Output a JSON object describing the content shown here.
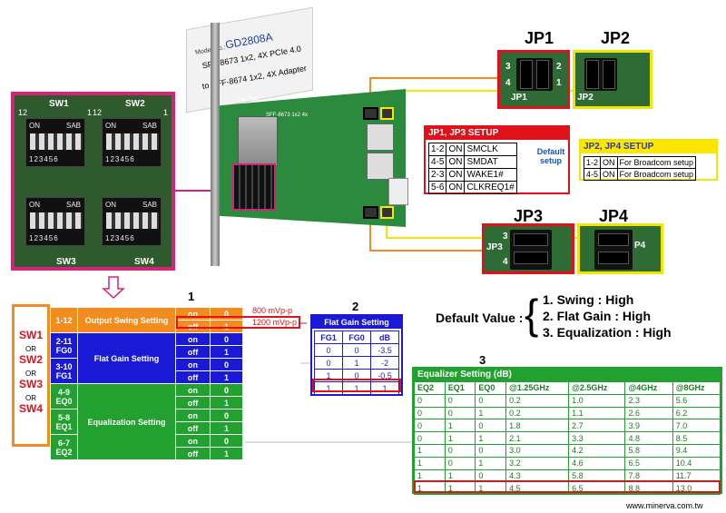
{
  "tag": {
    "model_label": "Model No.:",
    "model": "GD2808A",
    "line2": "SFF-8673 1x2, 4X PCIe 4.0",
    "line3": "to SFF-8674 1x2, 4X Adapter"
  },
  "board": {
    "top_side": "Top Side",
    "part_no": "SFF-8673 1x2 4x"
  },
  "sw_photo": {
    "labels": [
      "SW1",
      "SW2",
      "SW3",
      "SW4"
    ],
    "on": "ON",
    "sab": "SAB",
    "nums": "123456",
    "pin12": "12",
    "pin1": "1"
  },
  "jumpers": {
    "jp1": "JP1",
    "jp2": "JP2",
    "jp3": "JP3",
    "jp4": "JP4",
    "pin_labels": [
      "3",
      "2",
      "4",
      "1"
    ],
    "jp1_sub": "JP1",
    "jp2_sub": "JP2",
    "jp3_sub": "JP3",
    "jp4_sub": "P4"
  },
  "jp13_setup": {
    "title": "JP1, JP3 SETUP",
    "rows": [
      [
        "1-2",
        "ON",
        "SMCLK"
      ],
      [
        "4-5",
        "ON",
        "SMDAT"
      ],
      [
        "2-3",
        "ON",
        "WAKE1#"
      ],
      [
        "5-6",
        "ON",
        "CLKREQ1#"
      ]
    ],
    "default_note": "Default setup"
  },
  "jp24_setup": {
    "title": "JP2, JP4 SETUP",
    "rows": [
      [
        "1-2",
        "ON",
        "For Broadcom setup"
      ],
      [
        "4-5",
        "ON",
        "For Broadcom setup"
      ]
    ]
  },
  "sw_table": {
    "names": [
      "SW1",
      "SW2",
      "SW3",
      "SW4"
    ],
    "or": "OR",
    "number": "1",
    "rows": [
      {
        "pins": "1-12",
        "group": "Output Swing Setting",
        "state": "on",
        "val": "0",
        "note": "800 mVp-p"
      },
      {
        "pins": "",
        "group": "",
        "state": "off",
        "val": "1",
        "note": "1200 mVp-p"
      },
      {
        "pins": "2-11",
        "pin_name": "FG0",
        "group": "Flat Gain Setting",
        "state": "on",
        "val": "0"
      },
      {
        "pins": "",
        "group": "",
        "state": "off",
        "val": "1"
      },
      {
        "pins": "3-10",
        "pin_name": "FG1",
        "state": "on",
        "val": "0"
      },
      {
        "pins": "",
        "state": "off",
        "val": "1"
      },
      {
        "pins": "4-9",
        "pin_name": "EQ0",
        "group": "Equalization Setting",
        "state": "on",
        "val": "0"
      },
      {
        "pins": "",
        "state": "off",
        "val": "1"
      },
      {
        "pins": "5-8",
        "pin_name": "EQ1",
        "state": "on",
        "val": "0"
      },
      {
        "pins": "",
        "state": "off",
        "val": "1"
      },
      {
        "pins": "6-7",
        "pin_name": "EQ2",
        "state": "on",
        "val": "0"
      },
      {
        "pins": "",
        "state": "off",
        "val": "1"
      }
    ]
  },
  "flat_gain": {
    "number": "2",
    "title": "Flat Gain Setting",
    "headers": [
      "FG1",
      "FG0",
      "dB"
    ],
    "rows": [
      [
        "0",
        "0",
        "-3.5"
      ],
      [
        "0",
        "1",
        "-2"
      ],
      [
        "1",
        "0",
        "-0.5"
      ],
      [
        "1",
        "1",
        "1"
      ]
    ]
  },
  "default_value": {
    "label": "Default Value :",
    "items": [
      "1. Swing : High",
      "2. Flat Gain : High",
      "3. Equalization : High"
    ]
  },
  "equalizer": {
    "number": "3",
    "title": "Equalizer Setting (dB)",
    "headers": [
      "EQ2",
      "EQ1",
      "EQ0",
      "@1.25GHz",
      "@2.5GHz",
      "@4GHz",
      "@8GHz"
    ],
    "rows": [
      [
        "0",
        "0",
        "0",
        "0.2",
        "1.0",
        "2.3",
        "5.6"
      ],
      [
        "0",
        "0",
        "1",
        "0.2",
        "1.1",
        "2.6",
        "6.2"
      ],
      [
        "0",
        "1",
        "0",
        "1.8",
        "2.7",
        "3.9",
        "7.0"
      ],
      [
        "0",
        "1",
        "1",
        "2.1",
        "3.3",
        "4.8",
        "8.5"
      ],
      [
        "1",
        "0",
        "0",
        "3.0",
        "4.2",
        "5.8",
        "9.4"
      ],
      [
        "1",
        "0",
        "1",
        "3.2",
        "4.6",
        "6.5",
        "10.4"
      ],
      [
        "1",
        "1",
        "0",
        "4.3",
        "5.8",
        "7.8",
        "11.7"
      ],
      [
        "1",
        "1",
        "1",
        "4.5",
        "6.5",
        "8.8",
        "13.0"
      ]
    ]
  },
  "footer": {
    "website": "www.minerva.com.tw"
  },
  "colors": {
    "red": "#e0111a",
    "yellow": "#ffe600",
    "blue": "#1a1ad6",
    "green": "#22a030",
    "orange": "#f28c1e",
    "magenta": "#d6237a"
  }
}
